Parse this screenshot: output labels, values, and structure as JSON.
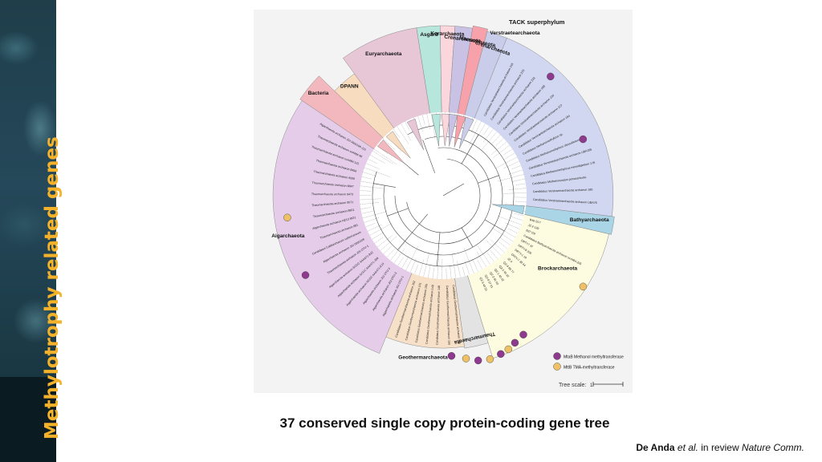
{
  "side_title": "Methylotrophy related genes",
  "caption": "37 conserved single copy protein-coding gene tree",
  "citation": {
    "author": "De Anda",
    "etal": "et al.",
    "middle": "in review",
    "journal": "Nature Comm."
  },
  "figure": {
    "header_label": "TACK superphylum",
    "groups": [
      {
        "label": "Bacteria",
        "color": "#f2b8bd"
      },
      {
        "label": "DPANN",
        "color": "#f8dcc0"
      },
      {
        "label": "Euryarchaeota",
        "color": "#e7c6d6"
      },
      {
        "label": "Asgard",
        "color": "#b6e6dc"
      },
      {
        "label": "Korarchaeota",
        "color": "#fbd6dc"
      },
      {
        "label": "Crenarchaeota",
        "color": "#c9c2e4"
      },
      {
        "label": "Marsarchaeota",
        "color": "#f7a2ab"
      },
      {
        "label": "Crenarchaeota",
        "color": "#c9cdea"
      },
      {
        "label": "Verstraetearchaeota",
        "color": "#d1d7f0"
      },
      {
        "label": "Bathyarchaeota",
        "color": "#a9d5e6"
      },
      {
        "label": "Brockarchaeota",
        "color": "#fdfbe0"
      },
      {
        "label": "Thaumarchaeota",
        "color": "#e3e3e3"
      },
      {
        "label": "Geothermarchaeota",
        "color": "#f7e0c8"
      },
      {
        "label": "Aigarchaeota",
        "color": "#e5cdea"
      }
    ],
    "legend": [
      {
        "label": "MtaB Methanol methyltransferase",
        "color": "#8e3a8e"
      },
      {
        "label": "MttB TMA-methyltransferase",
        "color": "#eec166"
      }
    ],
    "tree_scale_label": "Tree scale:",
    "tree_scale_value": "1",
    "leaves": {
      "verstraete": [
        "Candidatus Verstraetearchaeota archaeon 216",
        "Candidatus Verstraetearchaeota archaeon 233",
        "Candidatus Verstraetearchaeota archaeon 232",
        "Candidatus Verstraetearchaeota archaeon 189",
        "Candidatus Verstraetearchaeota archaeon 230",
        "Candidatus Verstraetearchaeota archaeon 227",
        "Candidatus Verstraetearchaeota archaeon 164",
        "Candidatus Methanomethylicus sp.",
        "Candidatus Methanomethylicus oleusabulum 183",
        "Candidatus Verstraetearchaeota archaeon UBA156",
        "Candidatus Methanomethylicus mesodigestum 179",
        "Candidatus Methanosuratus petracarbonis",
        "Candidatus Verstraetearchaeota archaeon 180",
        "Candidatus Verstraetearchaeota archaeon UBA76"
      ],
      "brock": [
        "B46 G17",
        "JZ-2 139",
        "B27 G9",
        "Candidatus Bathyarchaeota archaeon ex4484 205",
        "DRTY7 37",
        "DRTY-6 200",
        "DRTY-1 18",
        "DRTY-7 39 44",
        "JZ-4",
        "QZ-4 89 77",
        "QZ-3 40 32",
        "QZ-1 40 42",
        "QZ-2 81 62",
        "QZ-8 37 51",
        "QZ-5 40 53"
      ],
      "thaum": [
        "Candidatus Geothermarchaeota archaeon 156",
        "Candidatus Geothermarchaeota archaeon 159",
        "Candidatus Geothermarchaeota archaeon 148",
        "Candidatus Geothermarchaeota archaeon 149",
        "Candidatus Geothermarchaeota archaeon 155",
        "Candidatus Geothermarchaeota archaeon 101",
        "Candidatus Geothermarchaeota archaeon 152"
      ],
      "aig": [
        "Aigarchaeota archaeon JGI OTU-1",
        "Aigarchaeota archaeon JGI OTU-2",
        "Aigarchaeota archaeon JGI OTU-3",
        "Aigarchaeota archaeon SCGC AAA471-E14",
        "Aigarchaeota archaeon SCGC AAA471-J08",
        "Aigarchaeota archaeon SCGC AAA471-B22",
        "Thaumarchaeota archaeon JGI OTU-1",
        "Aigarchaeota archaeon JGI 0000106",
        "Candidatus Caldiarchaeum subterraneum",
        "Thaumarchaeota archaeon 881",
        "Aigarchaeota archaeon NZ13 MG1",
        "Thaumarchaeota archaeon 8801",
        "Thaumarchaeota archaeon 9571",
        "Thaumarchaeota archaeon 9473",
        "Thaumarchaeota archaeon 8847",
        "Thaumarchaeota archaeon 9509",
        "Thaumarchaeota archaeon 8456",
        "Thaumarchaeota archaeon ex4484 121",
        "Thaumarchaeota archaeon ex4484 96",
        "Aigarchaeota archaeon JGI 0000106-J15"
      ]
    }
  }
}
